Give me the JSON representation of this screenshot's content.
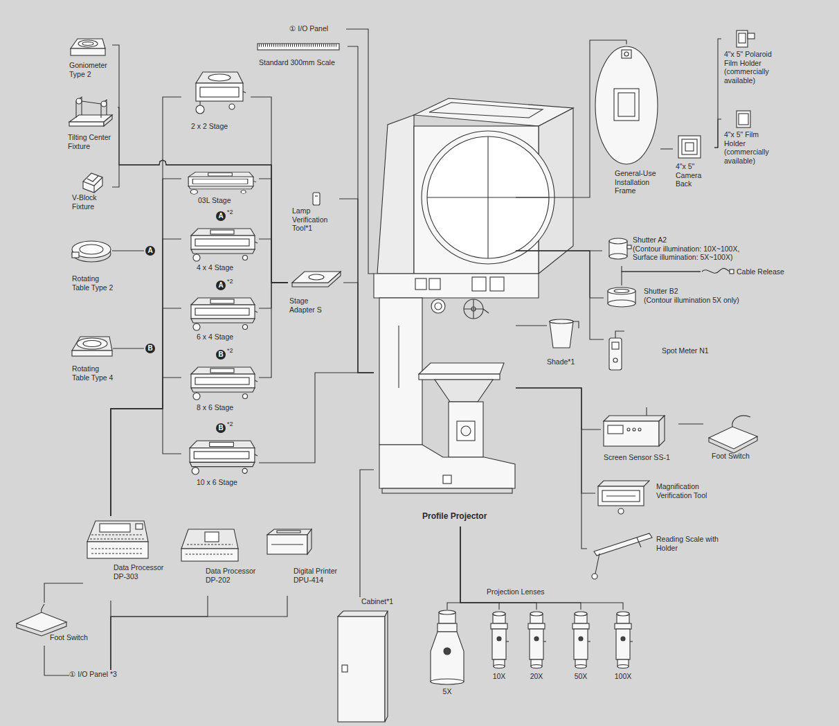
{
  "diagram": {
    "nodes": [
      {
        "text": [
          "① I/O Panel"
        ]
      },
      {
        "text": [
          "Standard 300mm Scale"
        ]
      },
      {
        "text": [
          "Goniometer Type 2"
        ]
      },
      {
        "text": [
          "Tilting Center Fixture"
        ]
      },
      {
        "text": [
          "V-Block Fixture"
        ]
      },
      {
        "text": [
          "Rotating Table Type 2"
        ]
      },
      {
        "text": [
          "Rotating Table Type 4"
        ]
      },
      {
        "text": [
          "2 x 2 Stage"
        ]
      },
      {
        "text": [
          "03L Stage"
        ]
      },
      {
        "text": [
          "4 x 4 Stage"
        ]
      },
      {
        "text": [
          "6 x 4 Stage"
        ]
      },
      {
        "text": [
          "8 x 6 Stage"
        ]
      },
      {
        "text": [
          "10 x 6 Stage"
        ]
      },
      {
        "text": [
          "Lamp Verification Tool*1"
        ]
      },
      {
        "text": [
          "Stage Adapter S"
        ]
      },
      {
        "text": [
          "Profile Projector"
        ]
      },
      {
        "text": [
          "Shade*1"
        ]
      },
      {
        "text": [
          "General-Use Installation Frame"
        ]
      },
      {
        "text": [
          "4\"x 5\" Camera Back"
        ]
      },
      {
        "text": [
          "4\"x 5\" Polaroid Film Holder",
          "(commercially available)"
        ]
      },
      {
        "text": [
          "4\"x 5\" Film Holder",
          "(commercially available)"
        ]
      },
      {
        "text": [
          "Shutter A2",
          "(Contour illumination: 10X~100X, Surface illumination: 5X~100X)"
        ]
      },
      {
        "text": [
          "Cable Release"
        ]
      },
      {
        "text": [
          "Shutter B2",
          "(Contour illumination 5X only)"
        ]
      },
      {
        "text": [
          "Spot Meter N1"
        ]
      },
      {
        "text": [
          "Screen Sensor SS-1"
        ]
      },
      {
        "text": [
          "Foot Switch"
        ]
      },
      {
        "text": [
          "Magnification Verification Tool"
        ]
      },
      {
        "text": [
          "Reading Scale with Holder"
        ]
      },
      {
        "text": [
          "Data Processor DP-303"
        ]
      },
      {
        "text": [
          "Data Processor DP-202"
        ]
      },
      {
        "text": [
          "Digital Printer DPU-414"
        ]
      },
      {
        "text": [
          "Foot Switch"
        ]
      },
      {
        "text": [
          "① I/O Panel *3"
        ]
      },
      {
        "text": [
          "Cabinet*1"
        ]
      },
      {
        "text": [
          "5X"
        ]
      },
      {
        "text": [
          "10X"
        ]
      },
      {
        "text": [
          "20X"
        ]
      },
      {
        "text": [
          "50X"
        ]
      },
      {
        "text": [
          "100X"
        ]
      }
    ],
    "edges": [
      {
        "from": 0,
        "to": 15,
        "arrow": "none"
      },
      {
        "from": 1,
        "to": 15,
        "arrow": "none"
      },
      {
        "from": 13,
        "to": 15,
        "arrow": "none"
      },
      {
        "from": 14,
        "to": 15,
        "arrow": "none"
      },
      {
        "from": 12,
        "to": 15,
        "arrow": "none"
      },
      {
        "from": 2,
        "to": 14,
        "arrow": "none"
      },
      {
        "from": 3,
        "to": 14,
        "arrow": "none"
      },
      {
        "from": 4,
        "to": 14,
        "arrow": "none"
      },
      {
        "from": 7,
        "to": 14,
        "arrow": "none"
      },
      {
        "from": 8,
        "to": 14,
        "arrow": "none"
      },
      {
        "from": 9,
        "to": 14,
        "arrow": "none"
      },
      {
        "from": 10,
        "to": 14,
        "arrow": "none"
      },
      {
        "from": 11,
        "to": 14,
        "arrow": "none"
      },
      {
        "from": 29,
        "to": 7,
        "arrow": "none"
      },
      {
        "from": 29,
        "to": 8,
        "arrow": "none"
      },
      {
        "from": 29,
        "to": 9,
        "arrow": "none"
      },
      {
        "from": 29,
        "to": 10,
        "arrow": "none"
      },
      {
        "from": 29,
        "to": 11,
        "arrow": "none"
      },
      {
        "from": 29,
        "to": 12,
        "arrow": "none"
      },
      {
        "from": 32,
        "to": 29,
        "arrow": "none"
      },
      {
        "from": 29,
        "to": 33,
        "arrow": "none"
      },
      {
        "from": 30,
        "to": 33,
        "arrow": "none"
      },
      {
        "from": 31,
        "to": 33,
        "arrow": "none"
      },
      {
        "from": 32,
        "to": 33,
        "arrow": "none"
      },
      {
        "from": 15,
        "to": 34,
        "arrow": "none"
      },
      {
        "from": 15,
        "to": 35,
        "arrow": "none"
      },
      {
        "from": 15,
        "to": 36,
        "arrow": "none"
      },
      {
        "from": 15,
        "to": 37,
        "arrow": "none"
      },
      {
        "from": 15,
        "to": 38,
        "arrow": "none"
      },
      {
        "from": 15,
        "to": 39,
        "arrow": "none"
      },
      {
        "from": 15,
        "to": 16,
        "arrow": "none"
      },
      {
        "from": 15,
        "to": 17,
        "arrow": "none"
      },
      {
        "from": 17,
        "to": 18,
        "arrow": "none"
      },
      {
        "from": 18,
        "to": 19,
        "arrow": "none"
      },
      {
        "from": 18,
        "to": 20,
        "arrow": "none"
      },
      {
        "from": 15,
        "to": 21,
        "arrow": "none"
      },
      {
        "from": 21,
        "to": 22,
        "arrow": "none"
      },
      {
        "from": 23,
        "to": 22,
        "arrow": "none"
      },
      {
        "from": 15,
        "to": 23,
        "arrow": "none"
      },
      {
        "from": 15,
        "to": 24,
        "arrow": "none"
      },
      {
        "from": 15,
        "to": 25,
        "arrow": "none"
      },
      {
        "from": 25,
        "to": 26,
        "arrow": "none"
      },
      {
        "from": 15,
        "to": 27,
        "arrow": "none"
      },
      {
        "from": 15,
        "to": 28,
        "arrow": "none"
      }
    ],
    "labels": [
      "A",
      "B",
      "A",
      "*2",
      "A",
      "*2",
      "B",
      "*2",
      "B",
      "*2",
      "Projection Lenses"
    ]
  }
}
